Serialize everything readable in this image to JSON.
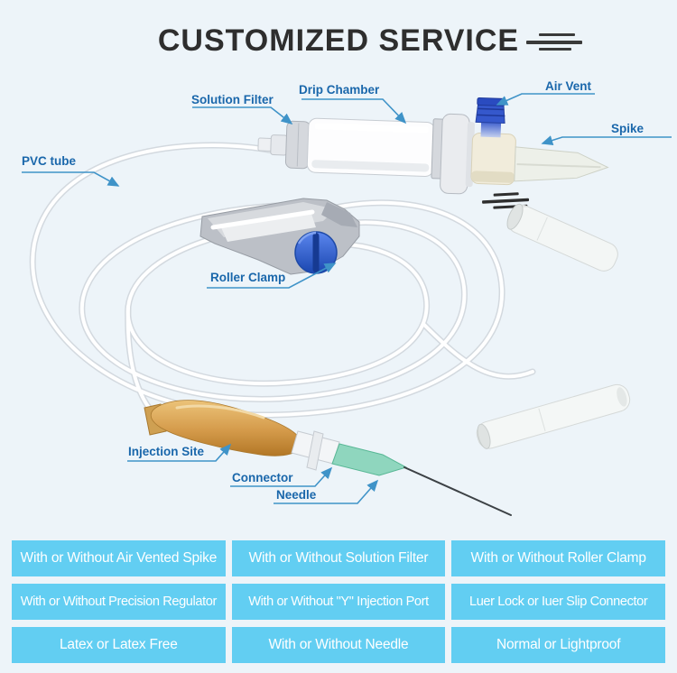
{
  "header": {
    "title": "CUSTOMIZED SERVICE"
  },
  "diagram": {
    "labels": {
      "solution_filter": "Solution Filter",
      "drip_chamber": "Drip Chamber",
      "air_vent": "Air Vent",
      "spike": "Spike",
      "pvc_tube": "PVC tube",
      "roller_clamp": "Roller Clamp",
      "injection_site": "Injection Site",
      "connector": "Connector",
      "needle": "Needle"
    }
  },
  "options_table": {
    "rows": [
      [
        "With or Without Air Vented Spike",
        "With or Without Solution Filter",
        "With or Without Roller Clamp"
      ],
      [
        "With or Without Precision Regulator",
        "With or Without \"Y\" Injection Port",
        "Luer Lock or Iuer Slip Connector"
      ],
      [
        "Latex or Latex Free",
        "With or Without Needle",
        "Normal or Lightproof"
      ]
    ]
  },
  "colors": {
    "background": "#edf4f9",
    "title_text": "#2e2e2e",
    "label_text": "#1a67ab",
    "leader_line": "#3f93c8",
    "cell_blue": "#62cef2",
    "cell_text": "#ffffff",
    "air_vent_blue": "#3558cc",
    "roller_wheel_blue": "#2a5ad0",
    "injection_site_amber": "#d49a4a",
    "needle_hub_green": "#84d3b7"
  }
}
